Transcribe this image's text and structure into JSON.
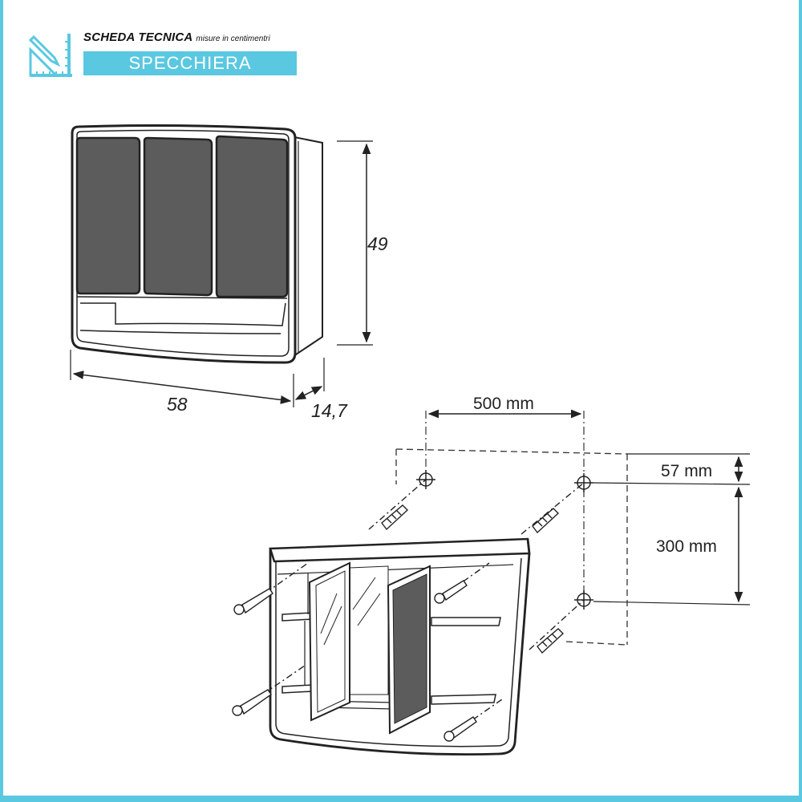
{
  "header": {
    "title": "SCHEDA TECNICA",
    "note": "misure in centimentri",
    "product": "SPECCHIERA"
  },
  "dimensions": {
    "height": "49",
    "width": "58",
    "depth": "14,7"
  },
  "mounting": {
    "horizontal_spacing": "500 mm",
    "top_offset": "57 mm",
    "vertical_spacing": "300 mm"
  },
  "colors": {
    "accent": "#5ac8e0",
    "line": "#222222",
    "mirror": "#5c5c5c"
  }
}
